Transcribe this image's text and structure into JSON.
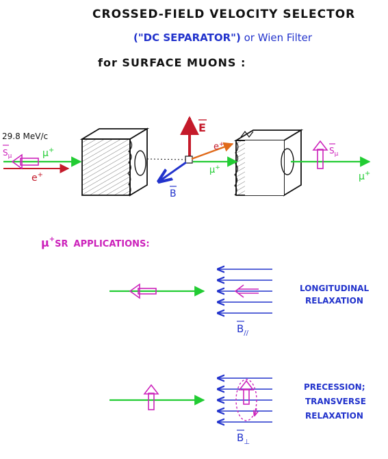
{
  "header": {
    "line1": "CROSSED-FIELD VELOCITY SELECTOR",
    "line2_a": "(\"DC SEPARATOR\")",
    "line2_b": " or ",
    "line2_c": "Wien Filter",
    "line3": "for SURFACE MUONS :"
  },
  "separator": {
    "momentum": "29.8 MeV/c",
    "spin_label": "S",
    "spin_sub": "μ",
    "muon_label": "μ",
    "plus": "+",
    "positron_label": "e",
    "e_field": "E",
    "b_field": "B"
  },
  "applications": {
    "mu": "μ",
    "sr": "SR",
    "title": "APPLICATIONS:",
    "longitudinal": {
      "line1": "LONGITUDINAL",
      "line2": "RELAXATION",
      "field_label": "B",
      "field_sub": "//"
    },
    "transverse": {
      "line1": "PRECESSION;",
      "line2": "TRANSVERSE",
      "line3": "RELAXATION",
      "field_label": "B",
      "field_sub": "⊥"
    }
  },
  "colors": {
    "ink": "#111111",
    "blue": "#2233cc",
    "green": "#22cc33",
    "magenta": "#cc22bb",
    "red": "#c41a2a",
    "orange": "#e06a1a"
  }
}
